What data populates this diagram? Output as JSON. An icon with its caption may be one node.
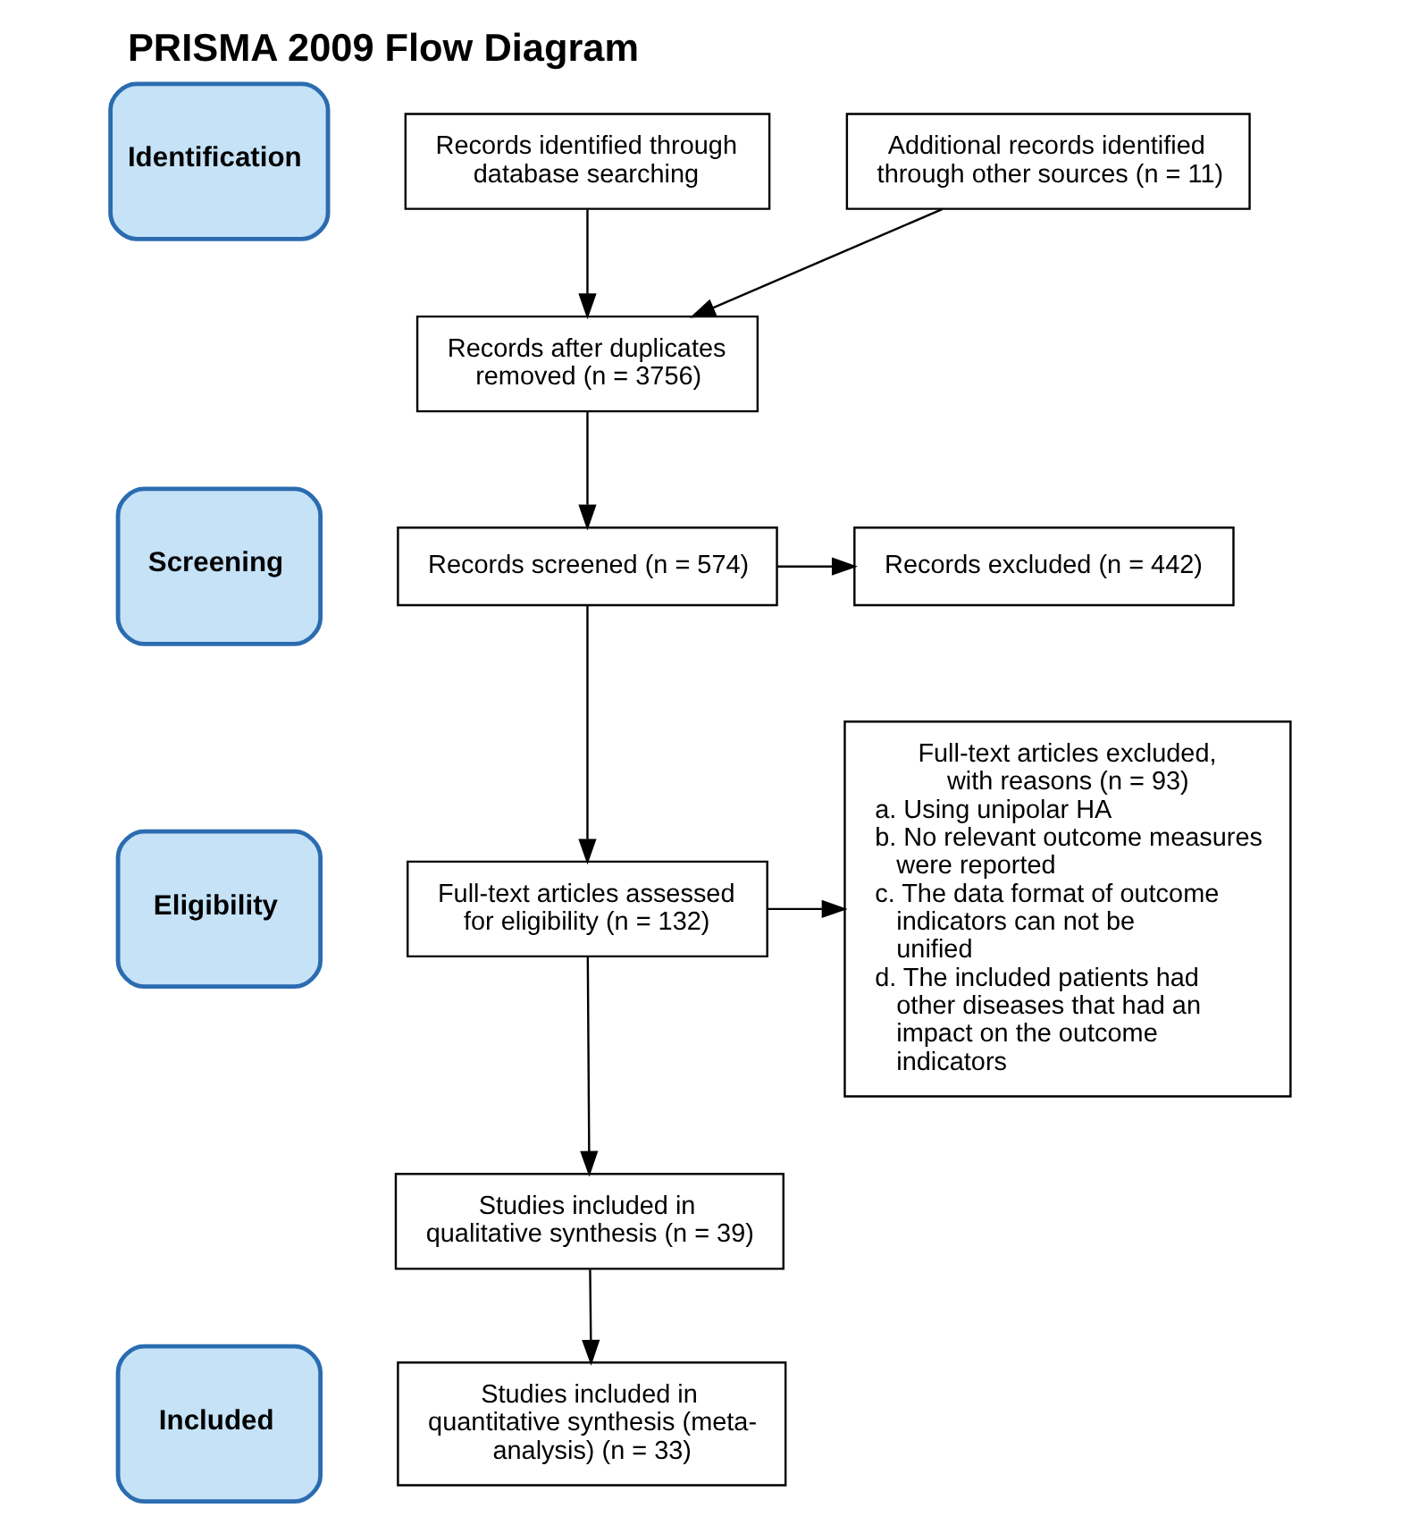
{
  "diagram": {
    "title": "PRISMA 2009 Flow Diagram",
    "nodes": [
      {
        "text": [
          "Identification"
        ]
      },
      {
        "text": [
          "Screening"
        ]
      },
      {
        "text": [
          "Eligibility"
        ]
      },
      {
        "text": [
          "Included"
        ]
      },
      {
        "text": [
          "Records identified through database searching"
        ]
      },
      {
        "text": [
          "Additional records identified through other sources (n = 11)"
        ]
      },
      {
        "text": [
          "Records after duplicates removed (n = 3756)"
        ]
      },
      {
        "text": [
          "Records screened (n = 574)"
        ]
      },
      {
        "text": [
          "Records excluded (n = 442)"
        ]
      },
      {
        "text": [
          "Full-text articles assessed for eligibility (n = 132)"
        ]
      },
      {
        "text": [
          "Full-text articles excluded, with reasons (n = 93)",
          "a. Using unipolar HA",
          "b. No relevant outcome measures were reported",
          "c. The data format of outcome indicators can not be unified",
          "d. The included patients had other diseases that had an impact on the outcome indicators"
        ]
      },
      {
        "text": [
          "Studies included in qualitative synthesis (n = 39)"
        ]
      },
      {
        "text": [
          "Studies included in quantitative synthesis (meta-analysis) (n = 33)"
        ]
      }
    ],
    "edges": [
      {
        "from": 4,
        "to": 6,
        "arrow": "to"
      },
      {
        "from": 5,
        "to": 6,
        "arrow": "to"
      },
      {
        "from": 6,
        "to": 7,
        "arrow": "to"
      },
      {
        "from": 7,
        "to": 8,
        "arrow": "to"
      },
      {
        "from": 7,
        "to": 9,
        "arrow": "to"
      },
      {
        "from": 9,
        "to": 10,
        "arrow": "to"
      },
      {
        "from": 9,
        "to": 11,
        "arrow": "to"
      },
      {
        "from": 11,
        "to": 12,
        "arrow": "to"
      }
    ]
  }
}
